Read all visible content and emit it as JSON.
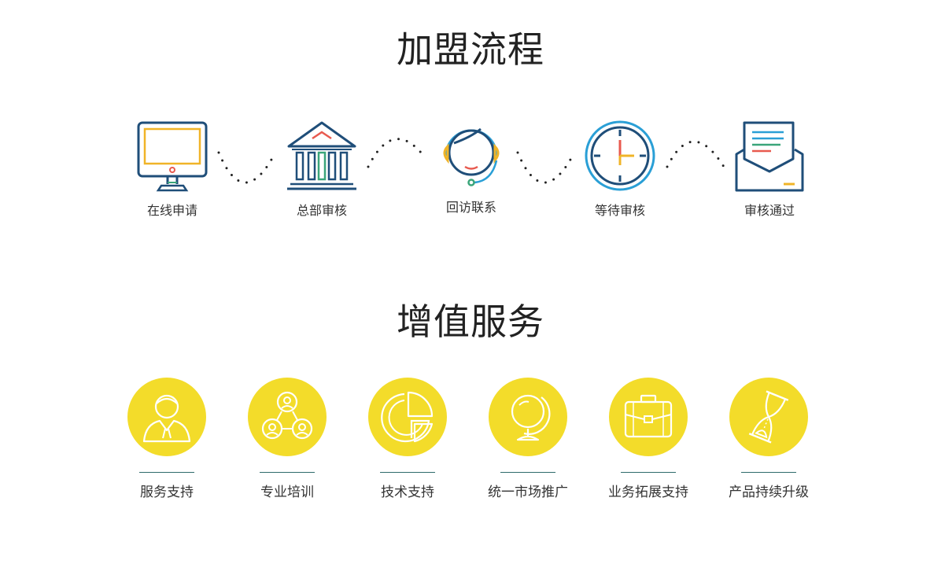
{
  "process": {
    "title": "加盟流程",
    "steps": [
      {
        "label": "在线申请",
        "icon": "monitor-icon"
      },
      {
        "label": "总部审核",
        "icon": "bank-building-icon"
      },
      {
        "label": "回访联系",
        "icon": "headset-agent-icon"
      },
      {
        "label": "等待审核",
        "icon": "clock-icon"
      },
      {
        "label": "审核通过",
        "icon": "envelope-letter-icon"
      }
    ]
  },
  "services": {
    "title": "增值服务",
    "items": [
      {
        "label": "服务支持",
        "icon": "person-icon"
      },
      {
        "label": "专业培训",
        "icon": "group-people-icon"
      },
      {
        "label": "技术支持",
        "icon": "pie-chart-icon"
      },
      {
        "label": "统一市场推广",
        "icon": "globe-icon"
      },
      {
        "label": "业务拓展支持",
        "icon": "briefcase-icon"
      },
      {
        "label": "产品持续升级",
        "icon": "hourglass-icon"
      }
    ]
  },
  "colors": {
    "navy": "#1f4e79",
    "yellow": "#f3dc2a",
    "accent_red": "#e85a4f",
    "accent_green": "#3aa57a",
    "accent_orange": "#f0b428",
    "accent_blue": "#2a9fd6"
  }
}
